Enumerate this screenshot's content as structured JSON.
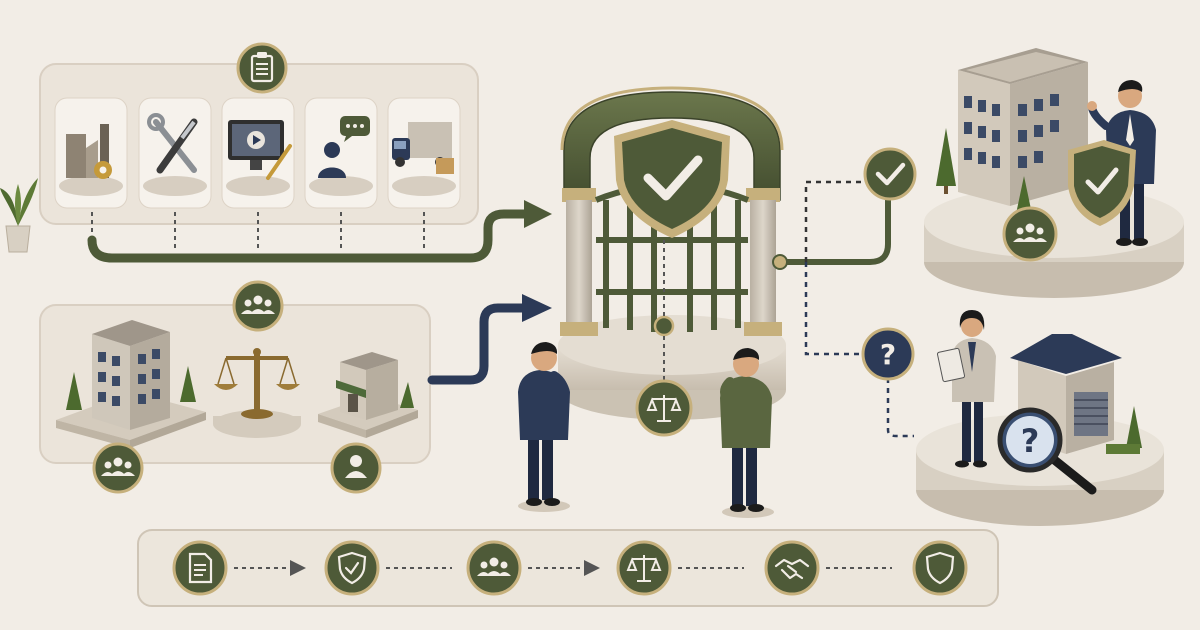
{
  "colors": {
    "background": "#f2ede6",
    "olive": "#4e5a38",
    "navy": "#2c3a57",
    "gold": "#c6b07c",
    "stone": "#cfc6b8"
  },
  "diagram": {
    "top_panel": {
      "header_icon": "clipboard-icon",
      "tiles": [
        "factory-icon",
        "tools-icon",
        "video-screen-icon",
        "person-chat-icon",
        "delivery-truck-icon"
      ]
    },
    "middle_panel": {
      "header_icon": "group-icon",
      "items": [
        "office-building",
        "balance-scale",
        "small-shop"
      ],
      "bottom_icons": [
        "group-icon",
        "person-icon"
      ]
    },
    "gate": {
      "shield_icon": "shield-check-icon",
      "base_icon": "scales-icon"
    },
    "outcomes": [
      {
        "status_icon": "check-icon",
        "scene": "approved-business",
        "sub_icon": "group-icon"
      },
      {
        "status_icon": "question-icon",
        "scene": "under-review-business",
        "sub_icon": "magnifier-question-icon"
      }
    ],
    "process_steps": [
      "document-icon",
      "shield-check-icon",
      "group-icon",
      "scales-icon",
      "handshake-icon",
      "shield-icon"
    ]
  }
}
